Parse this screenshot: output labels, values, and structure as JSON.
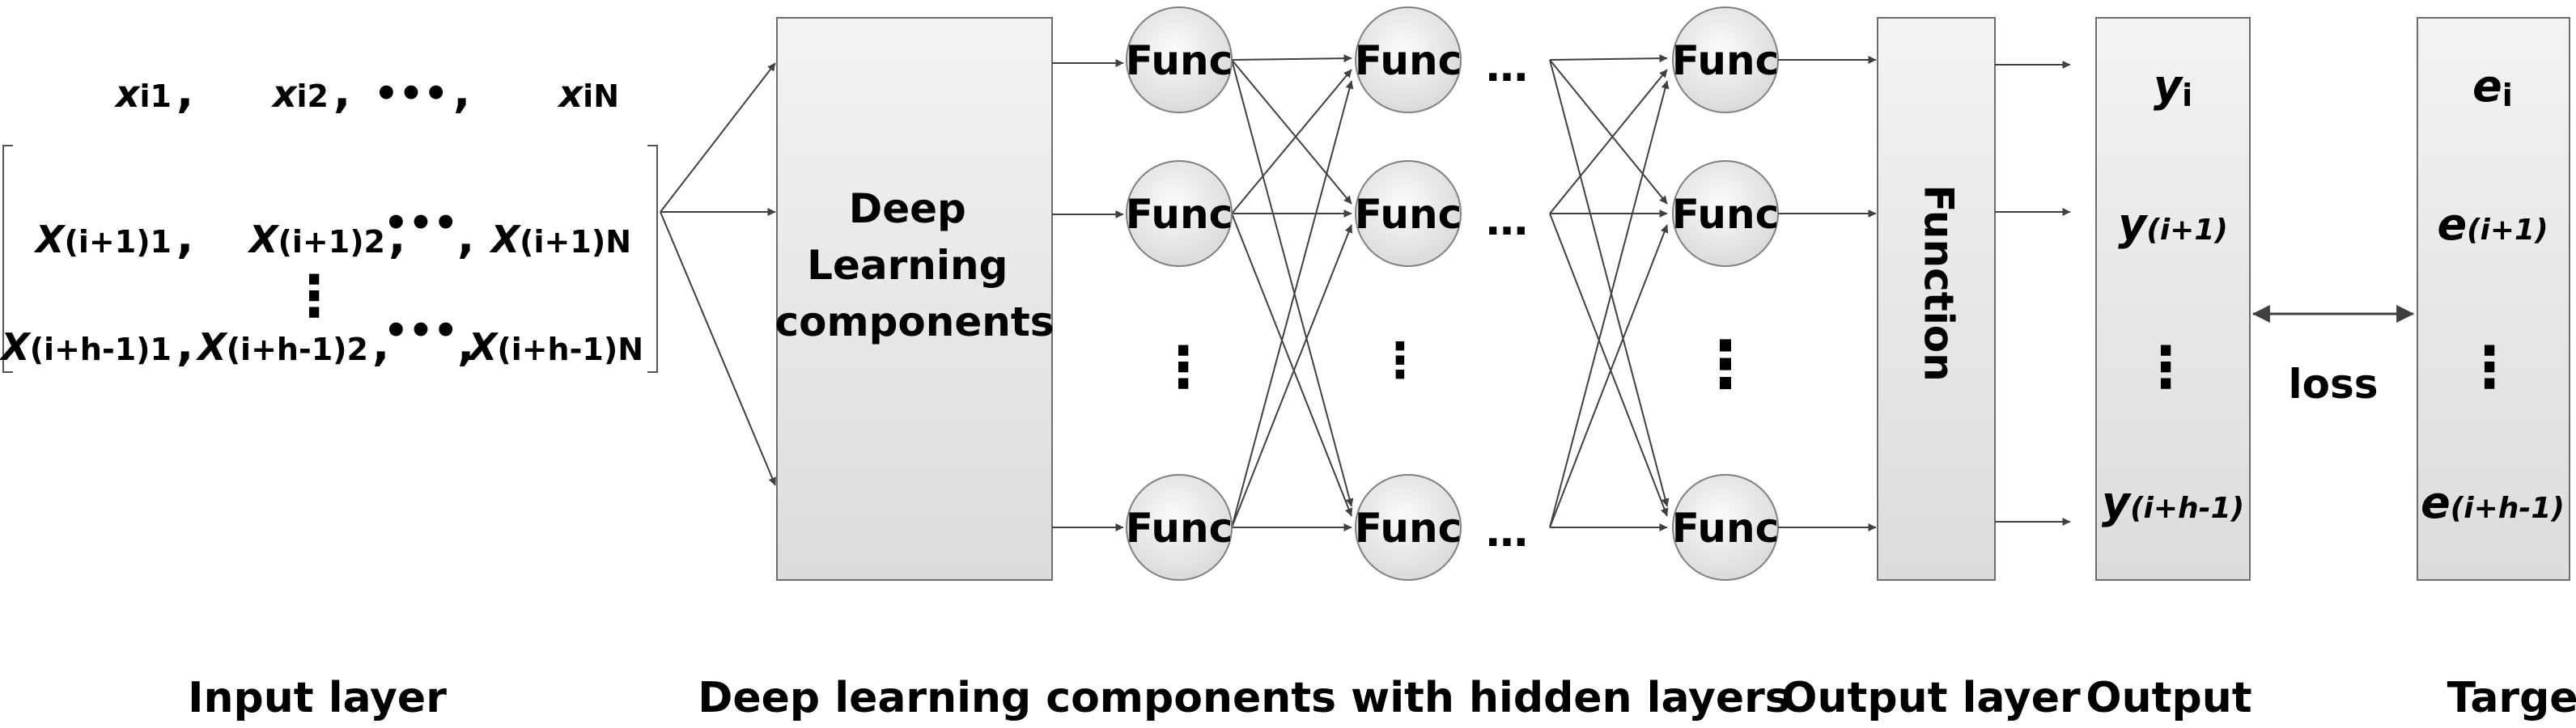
{
  "matrix": {
    "rows": [
      {
        "c1": {
          "v": "x",
          "s": "i1"
        },
        "c2": {
          "v": "x",
          "s": "i2"
        },
        "c3": {
          "v": "x",
          "s": "iN"
        }
      },
      {
        "c1": {
          "v": "X",
          "s": "(i+1)1"
        },
        "c2": {
          "v": "X",
          "s": "(i+1)2"
        },
        "c3": {
          "v": "X",
          "s": "(i+1)N"
        }
      },
      {
        "c1": {
          "v": "X",
          "s": "(i+h-1)1"
        },
        "c2": {
          "v": "X",
          "s": "(i+h-1)2"
        },
        "c3": {
          "v": "X",
          "s": "(i+h-1)N"
        }
      }
    ],
    "comma": ",",
    "ellipsis": "•••",
    "vdots": "⋮"
  },
  "dl_box": {
    "lines": [
      "Deep",
      "Learning",
      "components"
    ]
  },
  "nodes": {
    "label": "Func"
  },
  "ellipsis": "…",
  "vdots": "⋮",
  "output_function": {
    "label": "Function"
  },
  "output": {
    "items": [
      {
        "v": "y",
        "s": "i"
      },
      {
        "v": "y",
        "s": "(i+1)"
      },
      {
        "v": "y",
        "s": "(i+h-1)"
      }
    ]
  },
  "target": {
    "items": [
      {
        "v": "e",
        "s": "i"
      },
      {
        "v": "e",
        "s": "(i+1)"
      },
      {
        "v": "e",
        "s": "(i+h-1)"
      }
    ]
  },
  "loss_label": "loss",
  "captions": {
    "input_layer": "Input layer",
    "deep_learning": "Deep learning components with hidden layers",
    "output_layer": "Output layer",
    "output": "Output",
    "target": "Target"
  },
  "colors": {
    "box_fill_top": "#f3f3f3",
    "box_fill_bottom": "#dcdcdc",
    "stroke": "#6e6e6e",
    "arrow": "#404040"
  }
}
